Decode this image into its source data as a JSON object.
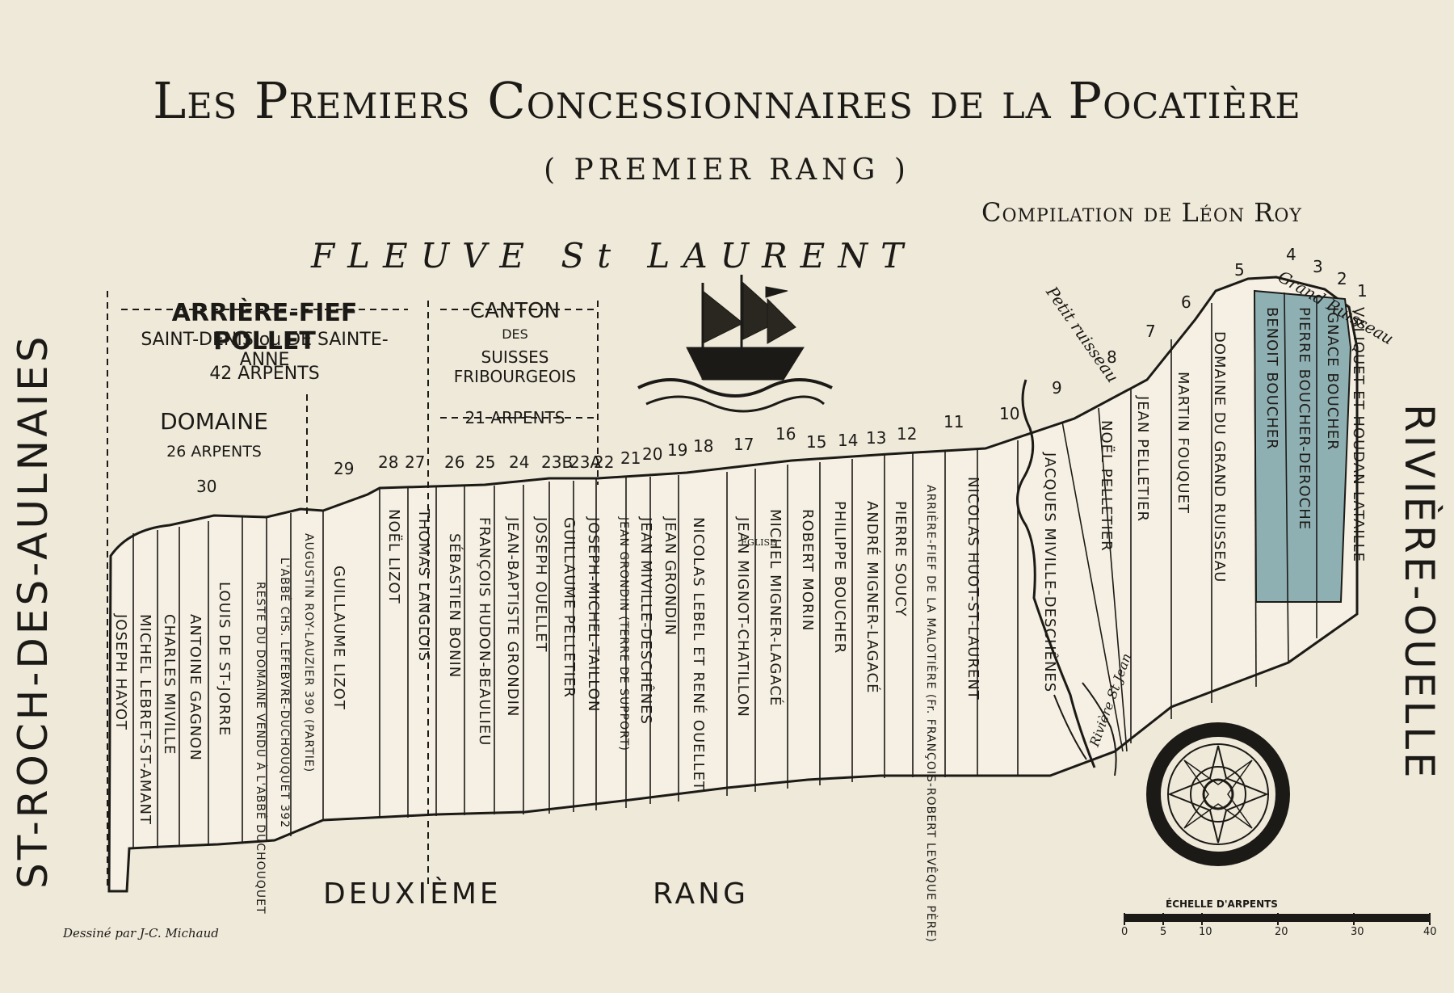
{
  "title": "Les Premiers Concessionnaires de la Pocatière",
  "subtitle": "( PREMIER RANG )",
  "compilation": "Compilation de Léon Roy",
  "river_north": "FLEUVE   St   LAURENT",
  "west_boundary": "ST-ROCH-DES-AULNAIES",
  "east_boundary": "RIVIÈRE-OUELLE",
  "south_label_left": "DEUXIÈME",
  "south_label_right": "RANG",
  "headers": {
    "pollet_title": "ARRIÈRE-FIEF POLLET",
    "pollet_sub": "SAINT-DENIS ou DE SAINTE-ANNE",
    "pollet_arpents": "42 ARPENTS",
    "domaine_title": "DOMAINE",
    "domaine_arpents": "26 ARPENTS",
    "canton_title": "CANTON",
    "canton_des": "DES",
    "canton_sub": "SUISSES FRIBOURGEOIS",
    "canton_arpents": "21 ARPENTS"
  },
  "streams": {
    "petit": "Petit ruisseau",
    "grand": "Grand Ruisseau",
    "riviere_st_jean": "Rivière St Jean"
  },
  "scale": {
    "title": "ÉCHELLE D'ARPENTS",
    "ticks": [
      "0",
      "5",
      "10",
      "20",
      "30",
      "40"
    ]
  },
  "credit": "Dessiné par J-C. Michaud",
  "lot_numbers": [
    "30",
    "29",
    "28",
    "27",
    "26",
    "25",
    "24",
    "23B",
    "23A",
    "22",
    "21",
    "20",
    "19",
    "18",
    "17",
    "16",
    "15",
    "14",
    "13",
    "12",
    "11",
    "10",
    "9",
    "8",
    "7",
    "6",
    "5",
    "4",
    "3",
    "2",
    "1"
  ],
  "concessions": [
    "JOSEPH HAYOT",
    "MICHEL LEBRET-ST-AMANT",
    "CHARLES MIVILLE",
    "ANTOINE GAGNON",
    "LOUIS DE ST-JORRE",
    "RESTE DU DOMAINE VENDU À L'ABBÉ DUCHOUQUET",
    "L'ABBÉ CHS. LEFEBVRE-DUCHOUQUET 392",
    "AUGUSTIN ROY-LAUZIER 390 (PARTIE)",
    "GUILLAUME LIZOT",
    "NOËL LIZOT",
    "THOMAS LANGLOIS",
    "SÉBASTIEN BONIN",
    "FRANÇOIS HUDON-BEAULIEU",
    "JEAN-BAPTISTE GRONDIN",
    "JOSEPH OUELLET",
    "GUILLAUME PELLETIER",
    "JOSEPH-MICHEL-TAILLON",
    "JEAN GRONDIN (TERRE DE SUPPORT)",
    "JEAN MIVILLE-DESCHÊNES",
    "JEAN GRONDIN",
    "NICOLAS LEBEL ET RENÉ OUELLET",
    "JEAN MIGNOT-CHATILLON",
    "MICHEL MIGNER-LAGACÉ",
    "ROBERT MORIN",
    "PHILIPPE BOUCHER",
    "ANDRÉ MIGNER-LAGACÉ",
    "PIERRE SOUCY",
    "ARRIÈRE-FIEF DE LA MALOTIÈRE (Fr. FRANÇOIS-ROBERT LEVÊQUE PÈRE)",
    "NICOLAS HUOT-ST-LAURENT",
    "JACQUES MIVILLE-DESCHÊNES",
    "NOËL PELLETIER",
    "JEAN PELLETIER",
    "MARTIN FOUQUET",
    "DOMAINE DU GRAND RUISSEAU",
    "BENOIT BOUCHER",
    "PIERRE BOUCHER-DEROCHE",
    "IGNACE BOUCHER",
    "VALIQUET ET HOUDAN-LATAILLE"
  ],
  "eglise": "ÉGLISE",
  "colors": {
    "paper": "#efe9da",
    "ink": "#1c1a16",
    "highlight": "#8fb0b3"
  }
}
